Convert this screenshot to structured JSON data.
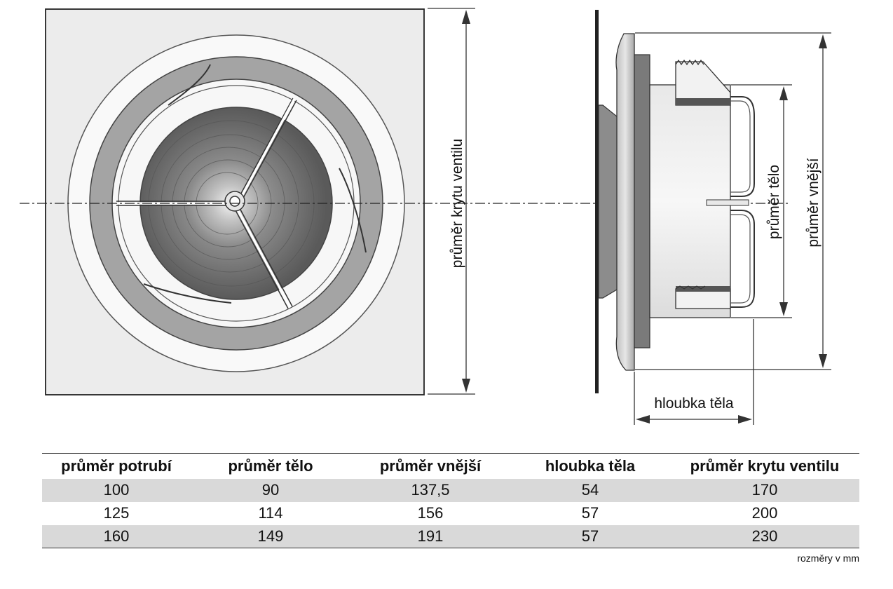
{
  "drawing": {
    "front_view_dimension_label": "průměr krytu ventilu",
    "side_view_dimension_labels": {
      "body_diameter": "průměr tělo",
      "outer_diameter": "průměr vnější",
      "body_depth": "hloubka těla"
    }
  },
  "table": {
    "headers": [
      "průměr potrubí",
      "průměr tělo",
      "průměr vnější",
      "hloubka těla",
      "průměr krytu ventilu"
    ],
    "rows": [
      [
        "100",
        "90",
        "137,5",
        "54",
        "170"
      ],
      [
        "125",
        "114",
        "156",
        "57",
        "200"
      ],
      [
        "160",
        "149",
        "191",
        "57",
        "230"
      ]
    ]
  },
  "units_note": "rozměry v mm"
}
